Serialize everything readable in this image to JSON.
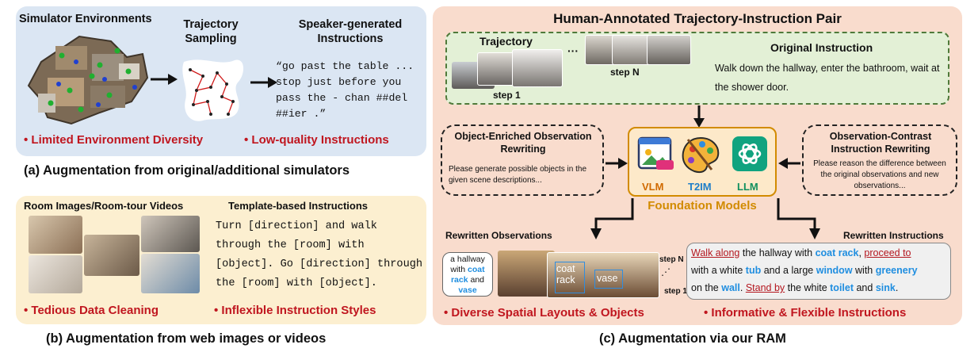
{
  "panel_a": {
    "sim_env_title": "Simulator Environments",
    "traj_sampling_title": "Trajectory Sampling",
    "speaker_title": "Speaker-generated Instructions",
    "speaker_text": "“go past the table ... stop just before you pass the - chan ##del ##ier .”",
    "bullet1": "• Limited Environment Diversity",
    "bullet2": "• Low-quality Instructions",
    "caption": "(a) Augmentation from original/additional simulators"
  },
  "panel_b": {
    "room_title": "Room Images/Room-tour Videos",
    "template_title": "Template-based Instructions",
    "template_text": "Turn [direction] and walk through the [room] with [object]. Go [direction] through the [room] with [object].",
    "bullet1": "• Tedious Data Cleaning",
    "bullet2": "• Inflexible Instruction Styles",
    "caption": "(b) Augmentation from web images or videos"
  },
  "panel_c": {
    "title": "Human-Annotated Trajectory-Instruction Pair",
    "trajectory_label": "Trajectory",
    "step_1": "step 1",
    "step_n": "step N",
    "dots": "···",
    "original_title": "Original Instruction",
    "original_text": "Walk down the hallway, enter the bathroom, wait at the shower door.",
    "obj_title": "Object-Enriched Observation Rewriting",
    "obj_text": "Please generate possible objects in the given scene descriptions...",
    "obs_title": "Observation-Contrast Instruction Rewriting",
    "obs_text": "Please reason the difference between the original observations and new observations...",
    "vlm": "VLM",
    "t2im": "T2IM",
    "llm": "LLM",
    "foundation": "Foundation Models",
    "rewritten_obs": "Rewritten Observations",
    "rewritten_ins": "Rewritten Instructions",
    "bubble": {
      "t1": "a hallway",
      "t2": "with",
      "coat": "coat",
      "rack": "rack",
      "and": "and",
      "vase": "vase"
    },
    "img_coat": "coat",
    "img_rack": "rack",
    "img_vase": "vase",
    "step_n2": "step N",
    "step_12": "step 1",
    "vdots": "⋰",
    "instr": {
      "walk_along": "Walk along",
      "t1": " the hallway with ",
      "coat_rack": "coat rack",
      "t2": ", ",
      "proceed_to": "proceed to",
      "t3": "with a white ",
      "tub": "tub",
      "t4": " and a large ",
      "window": "window",
      "t5": " with ",
      "greenery": "greenery",
      "t6": "on the ",
      "wall": "wall",
      "t7": ". ",
      "stand_by": "Stand by",
      "t8": " the white ",
      "toilet": "toilet",
      "t9": " and ",
      "sink": "sink",
      "t10": "."
    },
    "bullet1": "• Diverse Spatial Layouts & Objects",
    "bullet2": "• Informative & Flexible Instructions",
    "caption": "(c) Augmentation via our RAM"
  },
  "colors": {
    "red": "#c0161f",
    "blue": "#1f8ee0",
    "gold": "#d28b00",
    "panel_a": "#dbe6f3",
    "panel_b": "#fcefd0",
    "panel_c": "#f9dccd",
    "green_box": "#e3f0d6"
  }
}
